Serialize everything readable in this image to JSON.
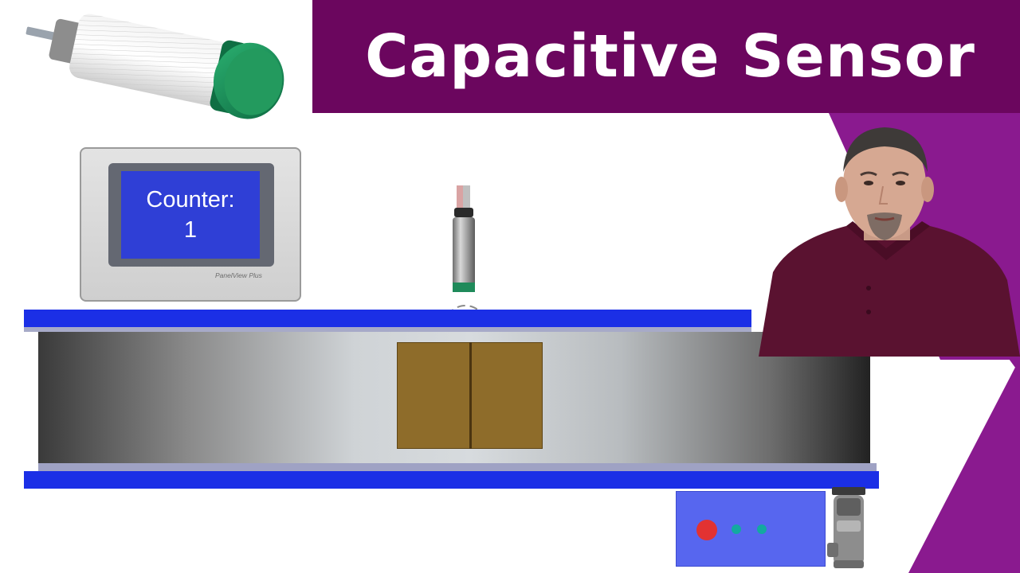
{
  "banner": {
    "title": "Capacitive Sensor"
  },
  "hmi": {
    "label": "Counter:",
    "value": "1",
    "brand": "PanelView Plus"
  },
  "colors": {
    "banner_purple": "#6b065e",
    "side_band_purple": "#8a1a8f",
    "rail_blue": "#1b2fe6",
    "hmi_screen_blue": "#2f3fd6",
    "box_brown": "#8e6c2a",
    "sensor_green": "#1f8a5a",
    "motor_blue": "#5766ef",
    "led_red": "#e23232",
    "led_teal": "#13a9a0"
  },
  "icons": {
    "large_sensor": "capacitive-sensor-icon",
    "small_sensor": "proximity-sensor-icon",
    "detection_field": "detection-field-icon",
    "motor": "motor-icon",
    "presenter": "presenter-photo"
  }
}
